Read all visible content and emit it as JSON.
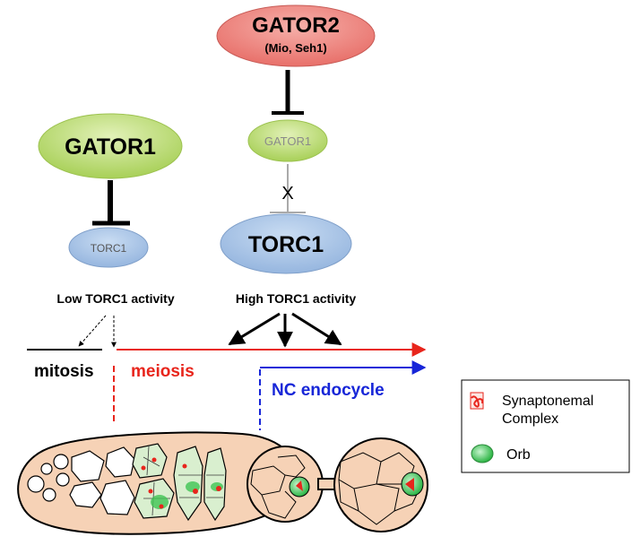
{
  "nodes": {
    "gator2_title": "GATOR2",
    "gator2_sub": "(Mio, Seh1)",
    "gator1_left": "GATOR1",
    "gator1_small": "GATOR1",
    "torc1_small": "TORC1",
    "torc1_big": "TORC1"
  },
  "labels": {
    "low_activity": "Low TORC1 activity",
    "high_activity": "High TORC1 activity",
    "mitosis": "mitosis",
    "meiosis": "meiosis",
    "nc_endocycle": "NC endocycle",
    "blocked_mark": "X"
  },
  "legend": {
    "items": [
      {
        "label_line1": "Synaptonemal",
        "label_line2": "Complex",
        "icon": "synaptonemal-complex-icon"
      },
      {
        "label_line1": "Orb",
        "label_line2": "",
        "icon": "orb-icon"
      }
    ]
  },
  "colors": {
    "gator2_fill": "#e8706a",
    "gator1_fill": "#b8d96a",
    "torc1_fill": "#a9c4e4",
    "meiosis_red": "#e8251c",
    "endocycle_blue": "#1726d8",
    "egg_chamber_fill": "#f6d2b6",
    "orb_green": "#3ec452"
  }
}
